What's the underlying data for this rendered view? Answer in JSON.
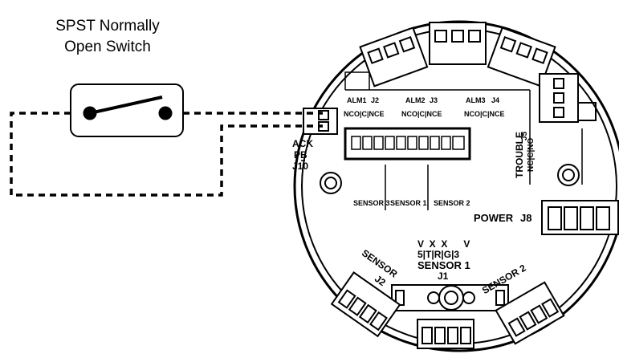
{
  "switch": {
    "title_line1": "SPST Normally",
    "title_line2": "Open Switch"
  },
  "board": {
    "ack": "ACK",
    "pb": "PB",
    "j10": "J10",
    "alm1": "ALM1",
    "j2": "J2",
    "alm2": "ALM2",
    "j3": "J3",
    "alm3": "ALM3",
    "j4": "J4",
    "nc_c_no_1": "NCO|C|NCE",
    "nc_c_no_2": "NCO|C|NCE",
    "nc_c_no_3": "NCO|C|NCE",
    "trouble": "TROUBLE",
    "trouble_pins": "NC|C|NO",
    "j5": "J5",
    "sensor3": "SENSOR 3",
    "sensor1_small": "SENSOR 1",
    "sensor2_small": "SENSOR 2",
    "power": "POWER",
    "j8": "J8",
    "top_pins": "V  X  X      V",
    "pin_row": "5|T|R|G|3",
    "sensor1": "SENSOR 1",
    "j1": "J1",
    "sensor_left": "SENSOR",
    "j2_left": "J2",
    "sensor2_right": "SENSOR 2"
  },
  "colors": {
    "line": "#000000",
    "background": "#ffffff"
  }
}
